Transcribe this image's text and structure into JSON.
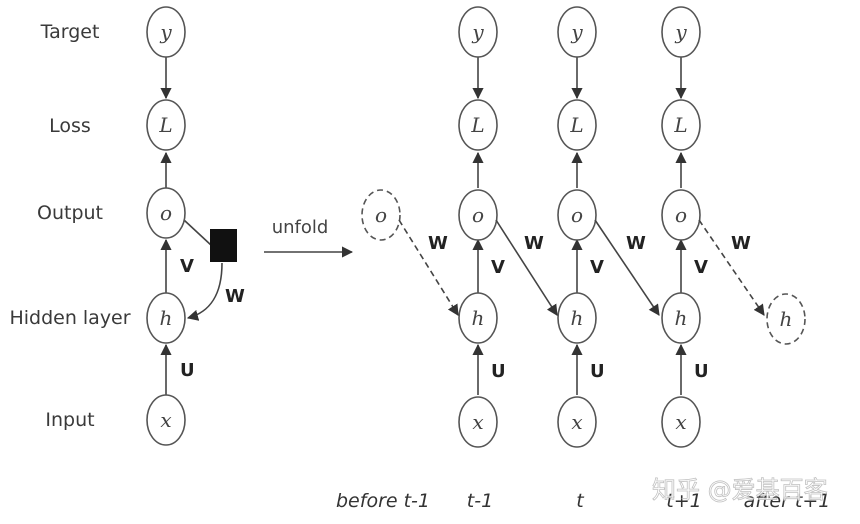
{
  "row_labels": [
    "Target",
    "Loss",
    "Output",
    "Hidden layer",
    "Input"
  ],
  "nodes": {
    "target": "y",
    "loss": "L",
    "output": "o",
    "hidden": "h",
    "input": "x"
  },
  "weights": {
    "input_to_hidden": "U",
    "hidden_to_output": "V",
    "recurrent": "W"
  },
  "unfold_label": "unfold",
  "time_steps": [
    "before t-1",
    "t-1",
    "t",
    "t+1",
    "after t+1"
  ],
  "watermark": "知乎 @爱基百客"
}
